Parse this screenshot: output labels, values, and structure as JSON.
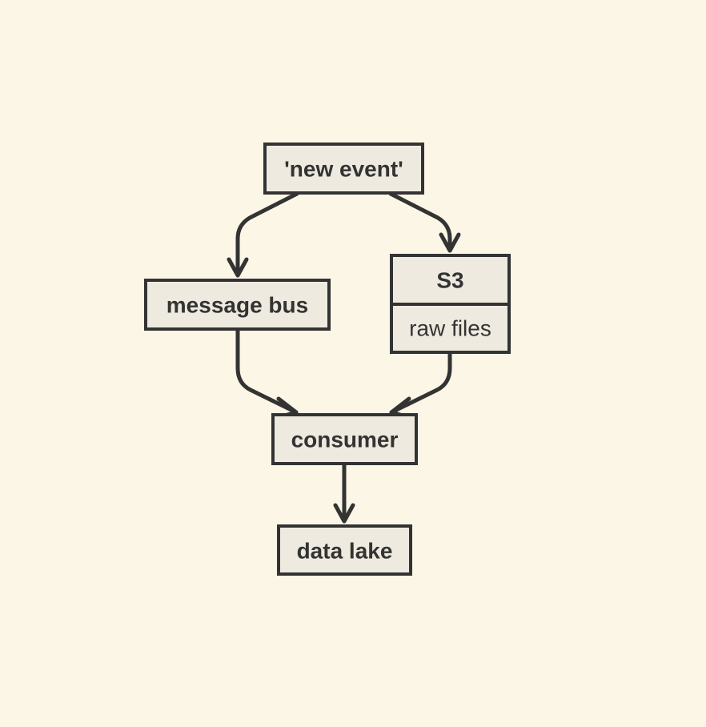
{
  "nodes": {
    "new_event": {
      "label": "'new event'"
    },
    "message_bus": {
      "label": "message bus"
    },
    "s3": {
      "title": "S3",
      "subtitle": "raw files"
    },
    "consumer": {
      "label": "consumer"
    },
    "data_lake": {
      "label": "data lake"
    }
  },
  "edges": [
    {
      "from": "'new event'",
      "to": "message bus"
    },
    {
      "from": "'new event'",
      "to": "S3"
    },
    {
      "from": "message bus",
      "to": "consumer"
    },
    {
      "from": "S3",
      "to": "consumer"
    },
    {
      "from": "consumer",
      "to": "data lake"
    }
  ]
}
